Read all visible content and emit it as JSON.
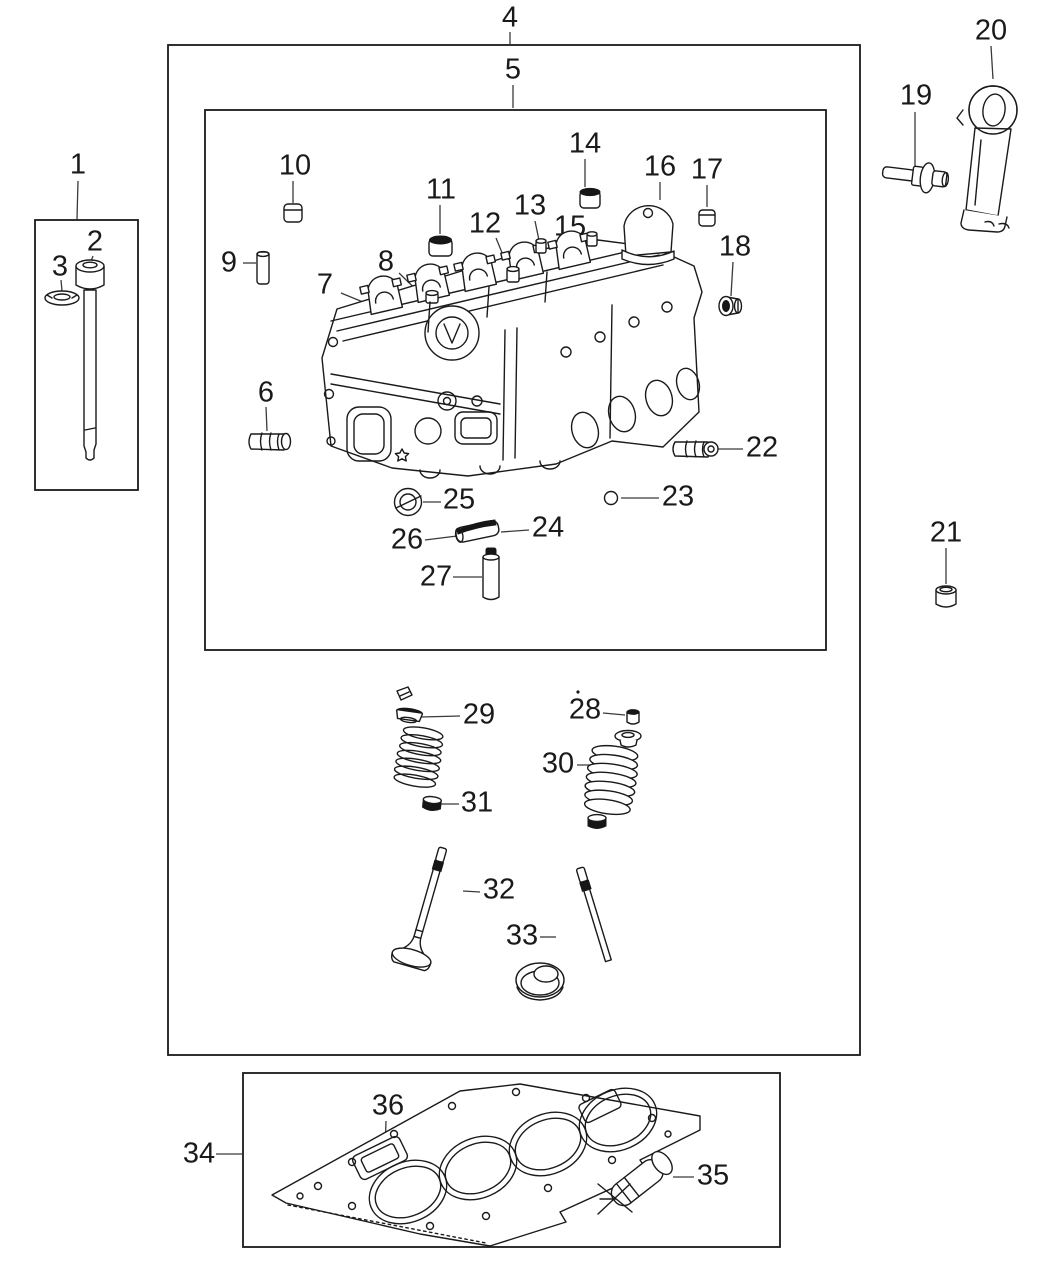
{
  "callouts": {
    "c1": "1",
    "c2": "2",
    "c3": "3",
    "c4": "4",
    "c5": "5",
    "c6": "6",
    "c7": "7",
    "c8": "8",
    "c9": "9",
    "c10": "10",
    "c11": "11",
    "c12": "12",
    "c13": "13",
    "c14": "14",
    "c15": "15",
    "c16": "16",
    "c17": "17",
    "c18": "18",
    "c19": "19",
    "c20": "20",
    "c21": "21",
    "c22": "22",
    "c23": "23",
    "c24": "24",
    "c25": "25",
    "c26": "26",
    "c27": "27",
    "c28": "28",
    "c29": "29",
    "c30": "30",
    "c31": "31",
    "c32": "32",
    "c33": "33",
    "c34": "34",
    "c35": "35",
    "c36": "36"
  },
  "colors": {
    "ink": "#1a1a1a",
    "background": "#ffffff"
  }
}
